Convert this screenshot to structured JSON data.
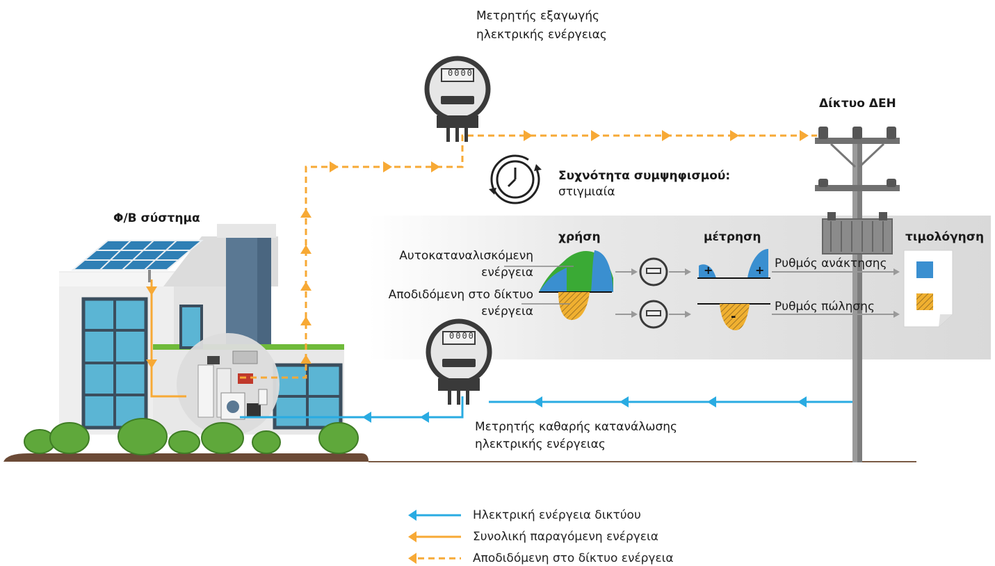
{
  "labels": {
    "export_meter": [
      "Μετρητής εξαγωγής",
      "ηλεκτρικής ενέργειας"
    ],
    "grid": "Δίκτυο ΔΕΗ",
    "netting_title": "Συχνότητα συμψηφισμού:",
    "netting_value": "στιγμιαία",
    "pv_system": "Φ/Β σύστημα",
    "usage": "χρήση",
    "metering": "μέτρηση",
    "billing": "τιμολόγηση",
    "self_consumed": [
      "Αυτοκαταναλισκόμενη",
      "ενέργεια"
    ],
    "exported": [
      "Αποδιδόμενη στο δίκτυο",
      "ενέργεια"
    ],
    "recovery_rate": "Ρυθμός ανάκτησης",
    "selling_rate": "Ρυθμός πώλησης",
    "net_meter": [
      "Μετρητής καθαρής κατανάλωσης",
      "ηλεκτρικής ενέργειας"
    ],
    "meter_digits": "0000",
    "plus": "+",
    "minus": "-"
  },
  "legend": [
    {
      "text": "Ηλεκτρική ενέργεια δικτύου",
      "color": "#29abe2",
      "style": "solid"
    },
    {
      "text": "Συνολική παραγόμενη ενέργεια",
      "color": "#f7a935",
      "style": "solid"
    },
    {
      "text": "Αποδιδόμενη στο δίκτυο ενέργεια",
      "color": "#f7a935",
      "style": "dashed"
    }
  ],
  "colors": {
    "grid_energy": "#29abe2",
    "pv_energy": "#f7a935",
    "self_consumed": "#3aaa35",
    "blue_area": "#3a8fd0",
    "exported_area": "#f0b030",
    "panel_bg": "#e6e6e6",
    "ground": "#6b4a36"
  },
  "icons": [
    "clock-icon",
    "meter-icon",
    "solar-panel-icon",
    "utility-pole-icon",
    "invoice-icon",
    "appliances-icon"
  ]
}
